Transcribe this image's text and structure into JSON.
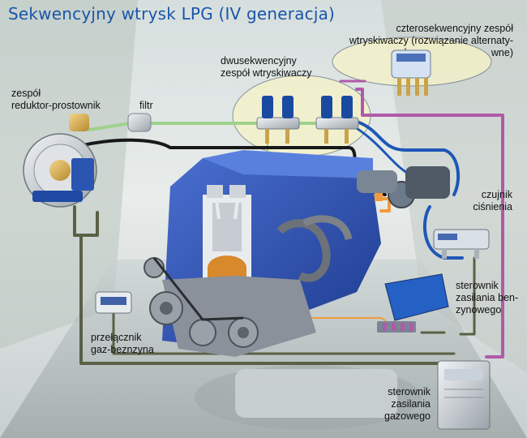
{
  "title": "Sekwencyjny wtrysk LPG (IV generacja)",
  "labels": {
    "four_injector_unit": [
      "czterosekwencyjny zespół",
      "wtryskiwaczy (rozwiązanie alternaty-",
      "wne)"
    ],
    "two_injector_unit": [
      "dwusekwencyjny",
      "zespół wtryskiwaczy"
    ],
    "reducer": [
      "zespół",
      "reduktor-prostownik"
    ],
    "filter": "filtr",
    "pressure_sensor": [
      "czujnik",
      "ciśnienia"
    ],
    "petrol_ecu": [
      "sterownik",
      "zasilania ben-",
      "zynowego"
    ],
    "switch": [
      "przełącznik",
      "gaz-beznzyna"
    ],
    "gas_ecu": [
      "sterownik",
      "zasilania",
      "gazowego"
    ]
  },
  "colors": {
    "title": "#1a55a8",
    "gas_line": "#9fd18c",
    "vacuum_line": "#1e57b8",
    "signal_line": "#b05aa8",
    "power_line": "#5a6046",
    "injector_signal": "#f29b3c",
    "sensor_line": "#e9e3a8",
    "engine_block": "#2b4fae"
  }
}
